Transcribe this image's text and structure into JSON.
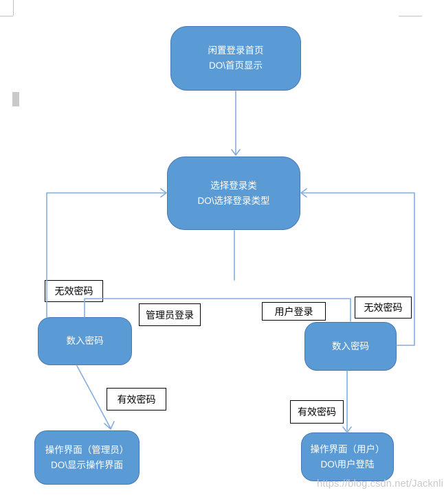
{
  "flowchart": {
    "nodes": {
      "home": {
        "line1": "闲置登录首页",
        "line2": "DO\\首页显示"
      },
      "select": {
        "line1": "选择登录类",
        "line2": "DO\\选择登录类型"
      },
      "admin_pwd": {
        "line1": "数入密码"
      },
      "user_pwd": {
        "line1": "数入密码"
      },
      "admin_ui": {
        "line1": "操作界面（管理员）",
        "line2": "DO\\显示操作界面"
      },
      "user_ui": {
        "line1": "操作界面（用户）",
        "line2": "DO\\用户登陆"
      }
    },
    "labels": {
      "invalid_left": "无效密码",
      "admin_login": "管理员登录",
      "user_login": "用户登录",
      "invalid_right": "无效密码",
      "valid_left": "有效密码",
      "valid_right": "有效密码"
    }
  },
  "colors": {
    "node_fill": "#5B9BD5",
    "node_border": "#4678B2",
    "node_text": "#FFFFFF",
    "connector": "#84ADDB",
    "label_border": "#000000",
    "page_mark": "#C0C0C0",
    "watermark_text": "#C9C9C9"
  },
  "page": {
    "watermark": "https://blog.csdn.net/Jacknli"
  }
}
